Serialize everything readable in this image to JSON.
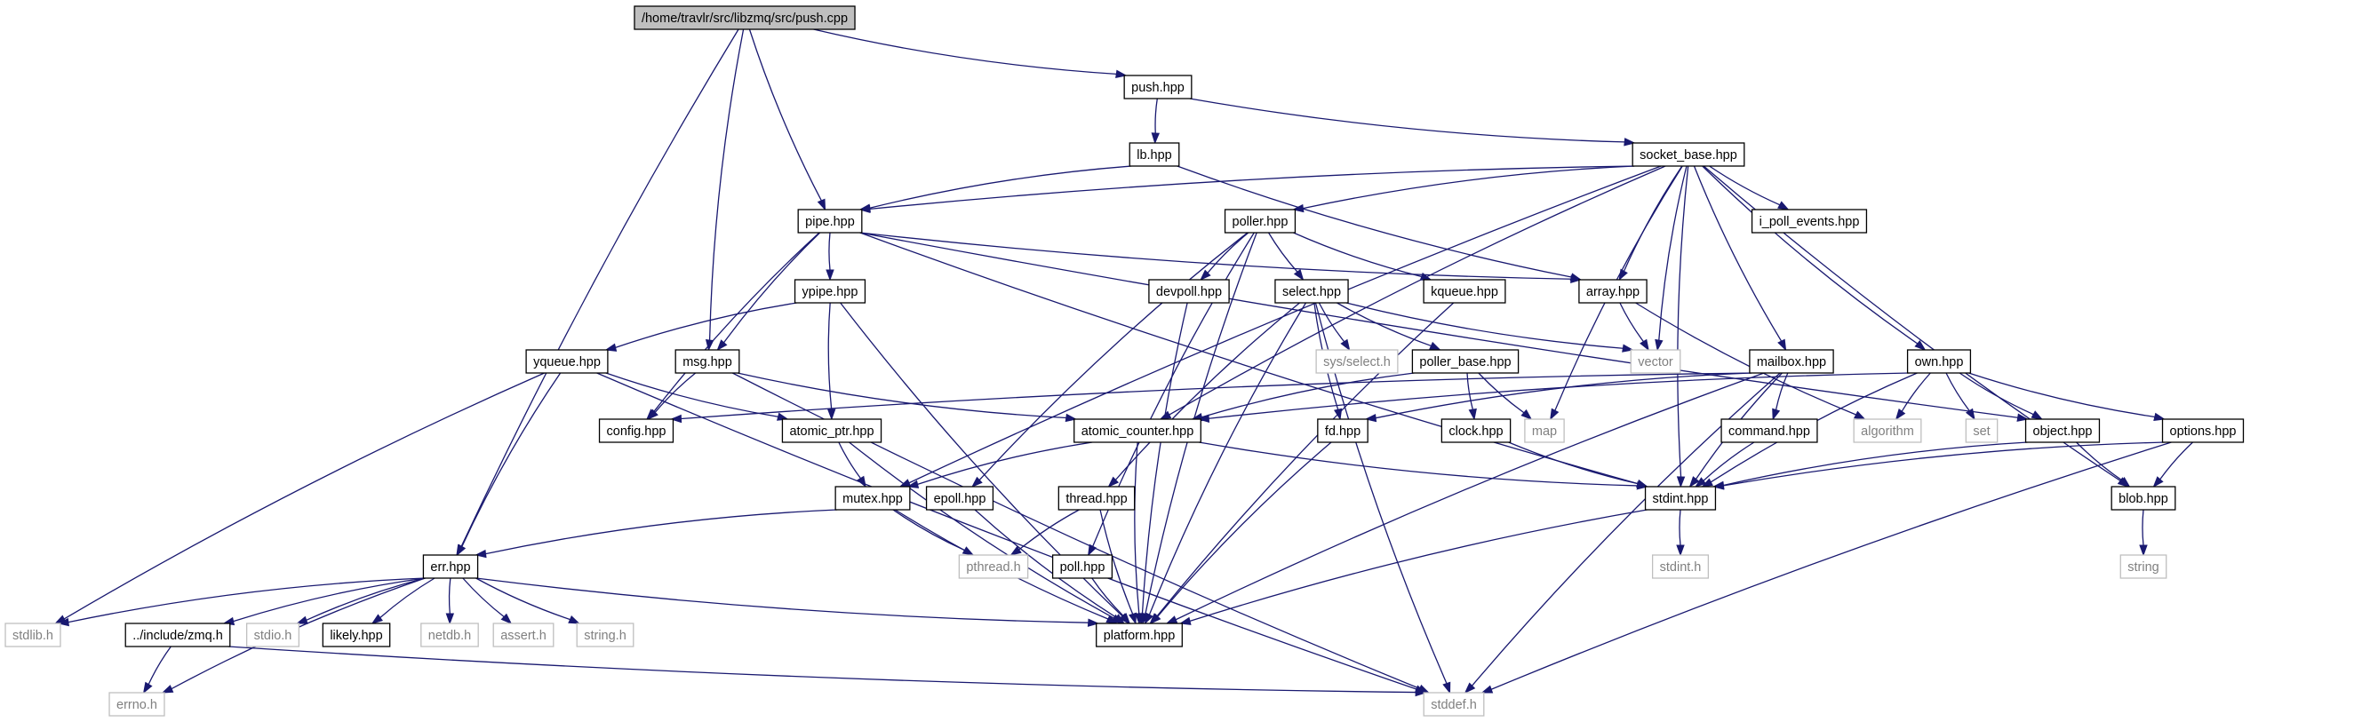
{
  "graph": {
    "root": "/home/travlr/src/libzmq/src/push.cpp",
    "nodes": [
      {
        "id": "push_cpp",
        "label": "/home/travlr/src/libzmq/src/push.cpp",
        "kind": "root"
      },
      {
        "id": "push_hpp",
        "label": "push.hpp",
        "kind": "file"
      },
      {
        "id": "lb_hpp",
        "label": "lb.hpp",
        "kind": "file"
      },
      {
        "id": "socket_base_hpp",
        "label": "socket_base.hpp",
        "kind": "file"
      },
      {
        "id": "pipe_hpp",
        "label": "pipe.hpp",
        "kind": "file"
      },
      {
        "id": "poller_hpp",
        "label": "poller.hpp",
        "kind": "file"
      },
      {
        "id": "i_poll_events_hpp",
        "label": "i_poll_events.hpp",
        "kind": "file"
      },
      {
        "id": "ypipe_hpp",
        "label": "ypipe.hpp",
        "kind": "file"
      },
      {
        "id": "devpoll_hpp",
        "label": "devpoll.hpp",
        "kind": "file"
      },
      {
        "id": "select_hpp",
        "label": "select.hpp",
        "kind": "file"
      },
      {
        "id": "kqueue_hpp",
        "label": "kqueue.hpp",
        "kind": "file"
      },
      {
        "id": "array_hpp",
        "label": "array.hpp",
        "kind": "file"
      },
      {
        "id": "yqueue_hpp",
        "label": "yqueue.hpp",
        "kind": "file"
      },
      {
        "id": "msg_hpp",
        "label": "msg.hpp",
        "kind": "file"
      },
      {
        "id": "sys_select_h",
        "label": "sys/select.h",
        "kind": "external"
      },
      {
        "id": "poller_base_hpp",
        "label": "poller_base.hpp",
        "kind": "file"
      },
      {
        "id": "vector",
        "label": "vector",
        "kind": "external"
      },
      {
        "id": "mailbox_hpp",
        "label": "mailbox.hpp",
        "kind": "file"
      },
      {
        "id": "own_hpp",
        "label": "own.hpp",
        "kind": "file"
      },
      {
        "id": "config_hpp",
        "label": "config.hpp",
        "kind": "file"
      },
      {
        "id": "atomic_ptr_hpp",
        "label": "atomic_ptr.hpp",
        "kind": "file"
      },
      {
        "id": "atomic_counter_hpp",
        "label": "atomic_counter.hpp",
        "kind": "file"
      },
      {
        "id": "fd_hpp",
        "label": "fd.hpp",
        "kind": "file"
      },
      {
        "id": "clock_hpp",
        "label": "clock.hpp",
        "kind": "file"
      },
      {
        "id": "map",
        "label": "map",
        "kind": "external"
      },
      {
        "id": "command_hpp",
        "label": "command.hpp",
        "kind": "file"
      },
      {
        "id": "algorithm",
        "label": "algorithm",
        "kind": "external"
      },
      {
        "id": "set",
        "label": "set",
        "kind": "external"
      },
      {
        "id": "object_hpp",
        "label": "object.hpp",
        "kind": "file"
      },
      {
        "id": "options_hpp",
        "label": "options.hpp",
        "kind": "file"
      },
      {
        "id": "mutex_hpp",
        "label": "mutex.hpp",
        "kind": "file"
      },
      {
        "id": "epoll_hpp",
        "label": "epoll.hpp",
        "kind": "file"
      },
      {
        "id": "thread_hpp",
        "label": "thread.hpp",
        "kind": "file"
      },
      {
        "id": "stdint_hpp",
        "label": "stdint.hpp",
        "kind": "file"
      },
      {
        "id": "blob_hpp",
        "label": "blob.hpp",
        "kind": "file"
      },
      {
        "id": "err_hpp",
        "label": "err.hpp",
        "kind": "file"
      },
      {
        "id": "pthread_h",
        "label": "pthread.h",
        "kind": "external"
      },
      {
        "id": "poll_hpp",
        "label": "poll.hpp",
        "kind": "file"
      },
      {
        "id": "stdint_h",
        "label": "stdint.h",
        "kind": "external"
      },
      {
        "id": "string",
        "label": "string",
        "kind": "external"
      },
      {
        "id": "stdlib_h",
        "label": "stdlib.h",
        "kind": "external"
      },
      {
        "id": "include_zmq_h",
        "label": "../include/zmq.h",
        "kind": "file"
      },
      {
        "id": "stdio_h",
        "label": "stdio.h",
        "kind": "external"
      },
      {
        "id": "likely_hpp",
        "label": "likely.hpp",
        "kind": "file"
      },
      {
        "id": "netdb_h",
        "label": "netdb.h",
        "kind": "external"
      },
      {
        "id": "assert_h",
        "label": "assert.h",
        "kind": "external"
      },
      {
        "id": "string_h",
        "label": "string.h",
        "kind": "external"
      },
      {
        "id": "platform_hpp",
        "label": "platform.hpp",
        "kind": "file"
      },
      {
        "id": "errno_h",
        "label": "errno.h",
        "kind": "external"
      },
      {
        "id": "stddef_h",
        "label": "stddef.h",
        "kind": "external"
      }
    ],
    "edges": [
      [
        "push_cpp",
        "push_hpp"
      ],
      [
        "push_cpp",
        "pipe_hpp"
      ],
      [
        "push_cpp",
        "msg_hpp"
      ],
      [
        "push_cpp",
        "err_hpp"
      ],
      [
        "push_hpp",
        "lb_hpp"
      ],
      [
        "push_hpp",
        "socket_base_hpp"
      ],
      [
        "lb_hpp",
        "pipe_hpp"
      ],
      [
        "lb_hpp",
        "array_hpp"
      ],
      [
        "socket_base_hpp",
        "pipe_hpp"
      ],
      [
        "socket_base_hpp",
        "poller_hpp"
      ],
      [
        "socket_base_hpp",
        "i_poll_events_hpp"
      ],
      [
        "socket_base_hpp",
        "array_hpp"
      ],
      [
        "socket_base_hpp",
        "vector"
      ],
      [
        "socket_base_hpp",
        "map"
      ],
      [
        "socket_base_hpp",
        "mailbox_hpp"
      ],
      [
        "socket_base_hpp",
        "own_hpp"
      ],
      [
        "socket_base_hpp",
        "atomic_counter_hpp"
      ],
      [
        "socket_base_hpp",
        "mutex_hpp"
      ],
      [
        "socket_base_hpp",
        "stdint_hpp"
      ],
      [
        "socket_base_hpp",
        "blob_hpp"
      ],
      [
        "pipe_hpp",
        "ypipe_hpp"
      ],
      [
        "pipe_hpp",
        "msg_hpp"
      ],
      [
        "pipe_hpp",
        "config_hpp"
      ],
      [
        "pipe_hpp",
        "array_hpp"
      ],
      [
        "pipe_hpp",
        "object_hpp"
      ],
      [
        "pipe_hpp",
        "stdint_hpp"
      ],
      [
        "poller_hpp",
        "devpoll_hpp"
      ],
      [
        "poller_hpp",
        "select_hpp"
      ],
      [
        "poller_hpp",
        "kqueue_hpp"
      ],
      [
        "poller_hpp",
        "epoll_hpp"
      ],
      [
        "poller_hpp",
        "poll_hpp"
      ],
      [
        "poller_hpp",
        "platform_hpp"
      ],
      [
        "ypipe_hpp",
        "yqueue_hpp"
      ],
      [
        "ypipe_hpp",
        "atomic_ptr_hpp"
      ],
      [
        "ypipe_hpp",
        "platform_hpp"
      ],
      [
        "devpoll_hpp",
        "platform_hpp"
      ],
      [
        "select_hpp",
        "sys_select_h"
      ],
      [
        "select_hpp",
        "poller_base_hpp"
      ],
      [
        "select_hpp",
        "vector"
      ],
      [
        "select_hpp",
        "fd_hpp"
      ],
      [
        "select_hpp",
        "thread_hpp"
      ],
      [
        "select_hpp",
        "platform_hpp"
      ],
      [
        "select_hpp",
        "stddef_h"
      ],
      [
        "kqueue_hpp",
        "platform_hpp"
      ],
      [
        "array_hpp",
        "vector"
      ],
      [
        "array_hpp",
        "algorithm"
      ],
      [
        "yqueue_hpp",
        "atomic_ptr_hpp"
      ],
      [
        "yqueue_hpp",
        "stdlib_h"
      ],
      [
        "yqueue_hpp",
        "err_hpp"
      ],
      [
        "yqueue_hpp",
        "stddef_h"
      ],
      [
        "msg_hpp",
        "config_hpp"
      ],
      [
        "msg_hpp",
        "atomic_counter_hpp"
      ],
      [
        "msg_hpp",
        "stddef_h"
      ],
      [
        "poller_base_hpp",
        "clock_hpp"
      ],
      [
        "poller_base_hpp",
        "map"
      ],
      [
        "poller_base_hpp",
        "atomic_counter_hpp"
      ],
      [
        "mailbox_hpp",
        "fd_hpp"
      ],
      [
        "mailbox_hpp",
        "command_hpp"
      ],
      [
        "mailbox_hpp",
        "stdint_hpp"
      ],
      [
        "mailbox_hpp",
        "config_hpp"
      ],
      [
        "mailbox_hpp",
        "platform_hpp"
      ],
      [
        "mailbox_hpp",
        "stddef_h"
      ],
      [
        "own_hpp",
        "algorithm"
      ],
      [
        "own_hpp",
        "set"
      ],
      [
        "own_hpp",
        "object_hpp"
      ],
      [
        "own_hpp",
        "options_hpp"
      ],
      [
        "own_hpp",
        "atomic_counter_hpp"
      ],
      [
        "own_hpp",
        "stdint_hpp"
      ],
      [
        "atomic_ptr_hpp",
        "mutex_hpp"
      ],
      [
        "atomic_ptr_hpp",
        "platform_hpp"
      ],
      [
        "atomic_counter_hpp",
        "mutex_hpp"
      ],
      [
        "atomic_counter_hpp",
        "stdint_hpp"
      ],
      [
        "atomic_counter_hpp",
        "platform_hpp"
      ],
      [
        "fd_hpp",
        "platform_hpp"
      ],
      [
        "clock_hpp",
        "stdint_hpp"
      ],
      [
        "command_hpp",
        "stdint_hpp"
      ],
      [
        "object_hpp",
        "stdint_hpp"
      ],
      [
        "object_hpp",
        "blob_hpp"
      ],
      [
        "options_hpp",
        "blob_hpp"
      ],
      [
        "options_hpp",
        "stdint_hpp"
      ],
      [
        "options_hpp",
        "stddef_h"
      ],
      [
        "mutex_hpp",
        "err_hpp"
      ],
      [
        "mutex_hpp",
        "pthread_h"
      ],
      [
        "mutex_hpp",
        "platform_hpp"
      ],
      [
        "epoll_hpp",
        "platform_hpp"
      ],
      [
        "thread_hpp",
        "pthread_h"
      ],
      [
        "thread_hpp",
        "platform_hpp"
      ],
      [
        "stdint_hpp",
        "stdint_h"
      ],
      [
        "stdint_hpp",
        "platform_hpp"
      ],
      [
        "blob_hpp",
        "string"
      ],
      [
        "err_hpp",
        "stdlib_h"
      ],
      [
        "err_hpp",
        "include_zmq_h"
      ],
      [
        "err_hpp",
        "stdio_h"
      ],
      [
        "err_hpp",
        "likely_hpp"
      ],
      [
        "err_hpp",
        "netdb_h"
      ],
      [
        "err_hpp",
        "assert_h"
      ],
      [
        "err_hpp",
        "string_h"
      ],
      [
        "err_hpp",
        "platform_hpp"
      ],
      [
        "err_hpp",
        "errno_h"
      ],
      [
        "include_zmq_h",
        "errno_h"
      ],
      [
        "include_zmq_h",
        "stddef_h"
      ],
      [
        "poll_hpp",
        "platform_hpp"
      ]
    ]
  },
  "colors": {
    "edge": "#191970",
    "node_border": "#000000",
    "external_border": "#bfbfbf",
    "external_text": "#808080",
    "root_fill": "#bfbfbf"
  }
}
